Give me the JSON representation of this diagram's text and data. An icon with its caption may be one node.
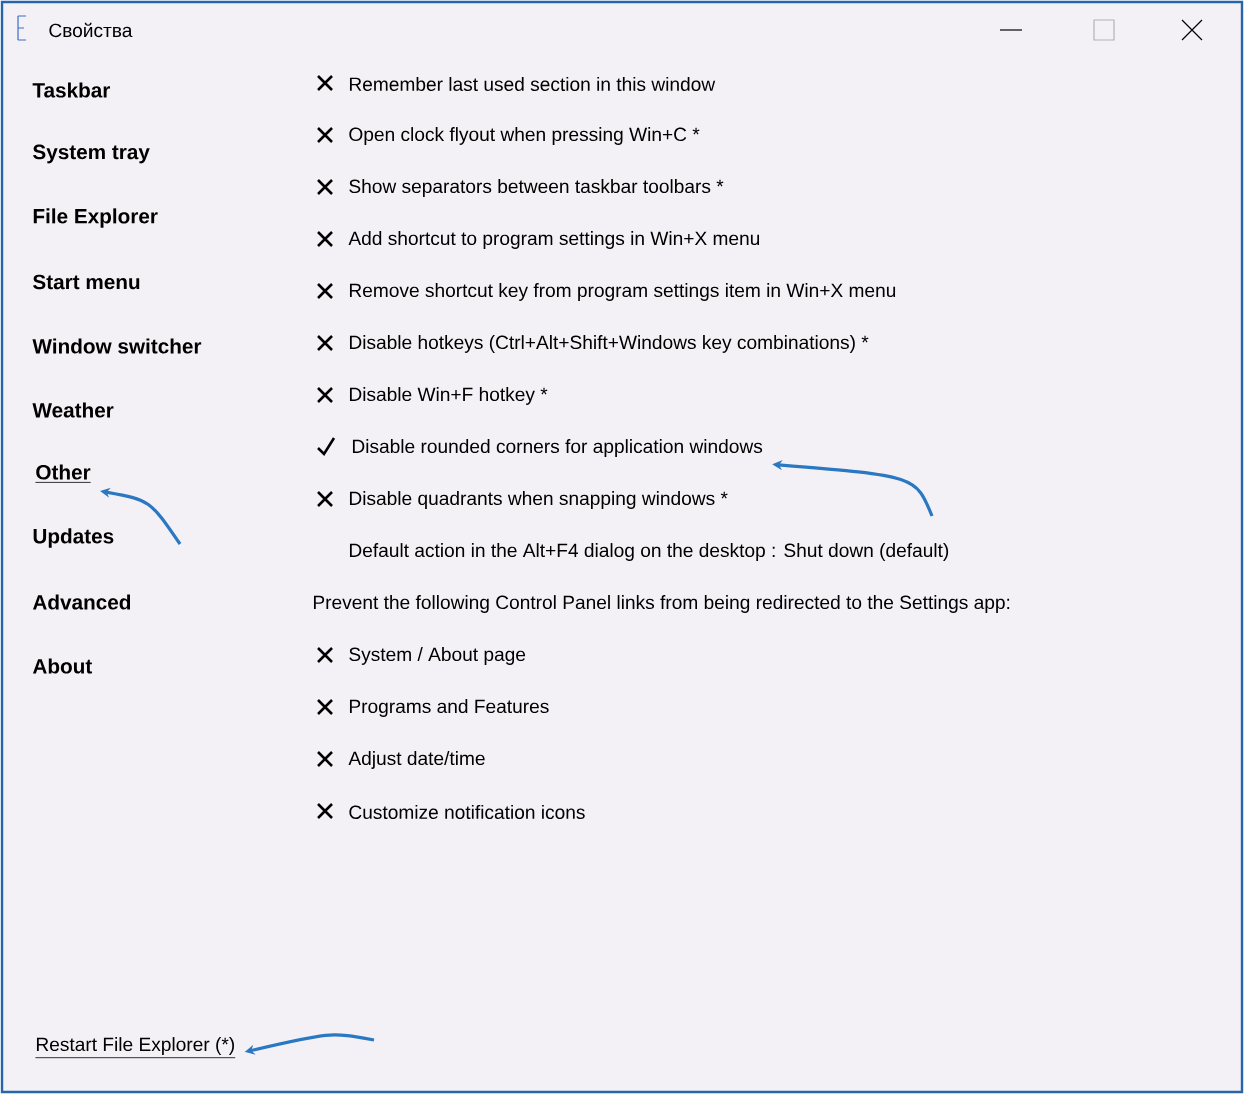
{
  "diagram": {
    "nodes": [
      {
        "text": [
          "Other"
        ]
      },
      {
        "text": [
          "Disable rounded corners for application windows"
        ]
      },
      {
        "text": [
          "Restart File Explorer (*)"
        ]
      }
    ],
    "edges": [
      {
        "from": null,
        "to": 0,
        "arrow": "to",
        "color": "#2a78c2"
      },
      {
        "from": null,
        "to": 1,
        "arrow": "to",
        "color": "#2a78c2"
      },
      {
        "from": null,
        "to": 2,
        "arrow": "to",
        "color": "#2a78c2"
      }
    ],
    "labels": [
      "Свойства",
      "Taskbar",
      "System tray",
      "File Explorer",
      "Start menu",
      "Window switcher",
      "Weather",
      "Updates",
      "Advanced",
      "About",
      "Remember last used section in this window",
      "Open clock flyout when pressing Win+C *",
      "Show separators between taskbar toolbars *",
      "Add shortcut to program settings in Win+X menu",
      "Remove shortcut key from program settings item in Win+X menu",
      "Disable hotkeys (Ctrl+Alt+Shift+Windows key combinations) *",
      "Disable Win+F hotkey *",
      "Disable quadrants when snapping windows *",
      "Default action in the Alt+F4 dialog on the desktop : Shut down (default)",
      "Prevent the following Control Panel links from being redirected to the Settings app:",
      "System / About page",
      "Programs and Features",
      "Adjust date/time",
      "Customize notification icons"
    ]
  }
}
